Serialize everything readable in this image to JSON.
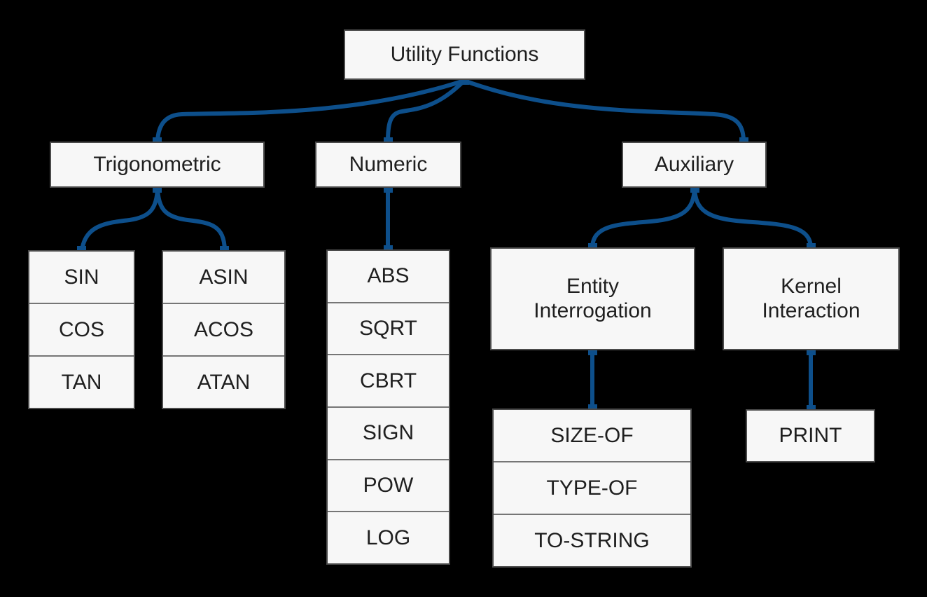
{
  "diagram": {
    "title": "Utility Functions",
    "colors": {
      "background": "#000000",
      "node_fill": "#f7f7f7",
      "node_border": "#4a4a4a",
      "cell_divider": "#767676",
      "edge": "#0d4f8b",
      "text": "#1f1f1f"
    },
    "root": {
      "label": "Utility Functions"
    },
    "categories": [
      {
        "label": "Trigonometric",
        "groups": [
          {
            "name": "trig-primary",
            "items": [
              "SIN",
              "COS",
              "TAN"
            ]
          },
          {
            "name": "trig-inverse",
            "items": [
              "ASIN",
              "ACOS",
              "ATAN"
            ]
          }
        ]
      },
      {
        "label": "Numeric",
        "groups": [
          {
            "name": "numeric-list",
            "items": [
              "ABS",
              "SQRT",
              "CBRT",
              "SIGN",
              "POW",
              "LOG"
            ]
          }
        ]
      },
      {
        "label": "Auxiliary",
        "subcategories": [
          {
            "label": "Entity\nInterrogation",
            "group": {
              "name": "entity-list",
              "items": [
                "SIZE-OF",
                "TYPE-OF",
                "TO-STRING"
              ]
            }
          },
          {
            "label": "Kernel\nInteraction",
            "group": {
              "name": "kernel-list",
              "items": [
                "PRINT"
              ]
            }
          }
        ]
      }
    ]
  }
}
